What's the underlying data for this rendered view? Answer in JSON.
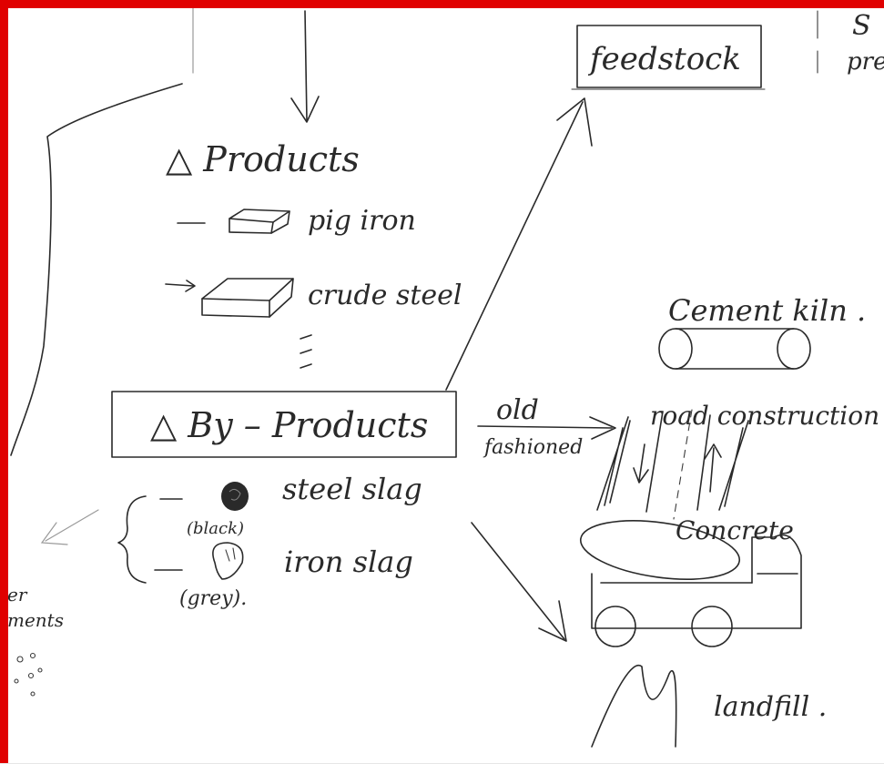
{
  "sketch": {
    "top_right_box": "feedstock",
    "top_right_partial_1": "S",
    "top_right_partial_2": "pre",
    "products_heading": "△ Products",
    "products": [
      "pig iron",
      "crude steel"
    ],
    "by_products_heading": "△ By – Products",
    "by_products": [
      {
        "label": "steel slag",
        "note": "(black)"
      },
      {
        "label": "iron slag",
        "note": "(grey)."
      }
    ],
    "arrow_label_top": "old",
    "arrow_label_bottom": "fashioned",
    "cement_kiln": "Cement kiln .",
    "road_construction": "road construction",
    "concrete": "Concrete",
    "landfill": "landfill .",
    "left_cut_1": "er",
    "left_cut_2": "ments"
  },
  "colors": {
    "frame": "#e00000",
    "ink": "#2a2a2a",
    "paper": "#ffffff"
  }
}
